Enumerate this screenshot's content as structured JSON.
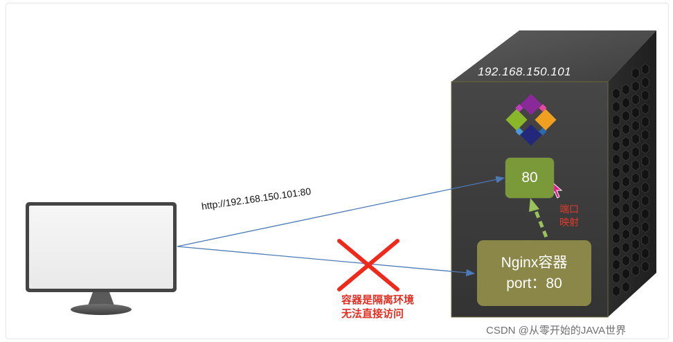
{
  "server": {
    "ip_label": "192.168.150.101",
    "host_port_label": "80"
  },
  "container": {
    "name": "Nginx容器",
    "port": "port：80"
  },
  "request": {
    "url_label": "http://192.168.150.101:80"
  },
  "mapping": {
    "label": "端口映射"
  },
  "isolation": {
    "line1": "容器是隔离环境",
    "line2": "无法直接访问"
  },
  "watermark": "CSDN @从零开始的JAVA世界",
  "colors": {
    "server_front": "#3b3b3b",
    "server_side": "#2a2a2a",
    "port_box": "#7a9a3a",
    "container_box": "#8a8748",
    "arrow_blue": "#4a7ab8",
    "cross_red": "#ee2a1c",
    "mapping_arrow": "#9ac25a",
    "cursor": "#e0208a"
  }
}
